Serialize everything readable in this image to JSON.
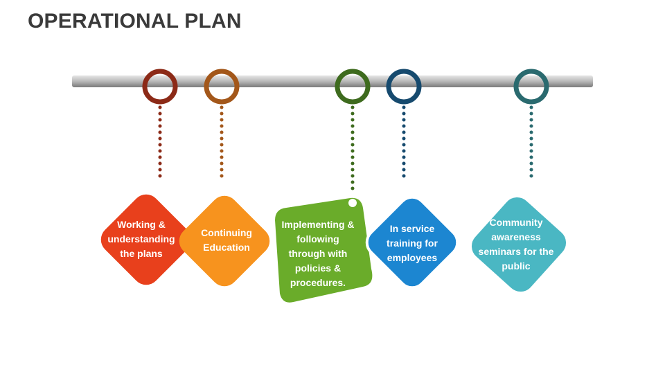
{
  "title": "OPERATIONAL PLAN",
  "tags": [
    {
      "label": "Working &\nunderstanding\nthe plans",
      "color": "#e8401c",
      "ring": "#8c2a17"
    },
    {
      "label": "Continuing\nEducation",
      "color": "#f7931e",
      "ring": "#a3571a"
    },
    {
      "label": "Implementing &\nfollowing\nthrough with\npolicies &\nprocedures.",
      "color": "#6aac2a",
      "ring": "#3e6b1e"
    },
    {
      "label": "In service\ntraining for\nemployees",
      "color": "#1c86d1",
      "ring": "#164a6e"
    },
    {
      "label": "Community\nawareness\nseminars for the\npublic",
      "color": "#4ab7c3",
      "ring": "#2a6a6f"
    }
  ]
}
